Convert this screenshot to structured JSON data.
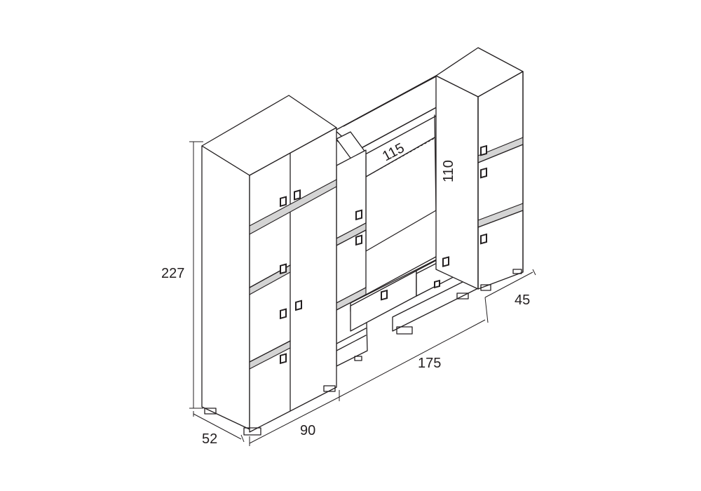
{
  "dimensions": {
    "height_total": "227",
    "depth_tall": "52",
    "width_tall": "90",
    "width_total": "175",
    "depth_right": "45",
    "niche_width": "115",
    "niche_height": "110"
  },
  "colors": {
    "line": "#231f20",
    "band": "#d4d4d4",
    "background": "#ffffff"
  }
}
